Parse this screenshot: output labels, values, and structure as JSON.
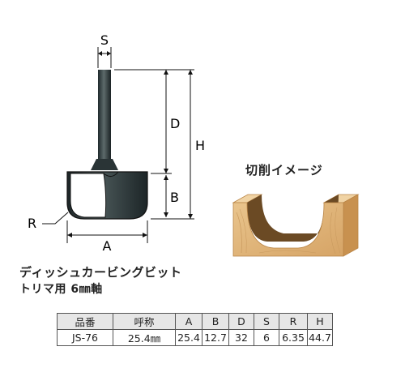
{
  "diagram": {
    "labels": {
      "s": "S",
      "d": "D",
      "h": "H",
      "b": "B",
      "r": "R",
      "a": "A"
    }
  },
  "product": {
    "title": "ディッシュカービングビット",
    "subtitle": "トリマ用 6㎜軸"
  },
  "cut_image": {
    "title": "切削イメージ",
    "colors": {
      "wood_light": "#e8c48e",
      "wood_mid": "#d9a96b",
      "wood_dark": "#b98445"
    }
  },
  "spec_table": {
    "headers": [
      "品番",
      "呼称",
      "A",
      "B",
      "D",
      "S",
      "R",
      "H"
    ],
    "rows": [
      [
        "JS-76",
        "25.4㎜",
        "25.4",
        "12.7",
        "32",
        "6",
        "6.35",
        "44.7"
      ]
    ]
  }
}
